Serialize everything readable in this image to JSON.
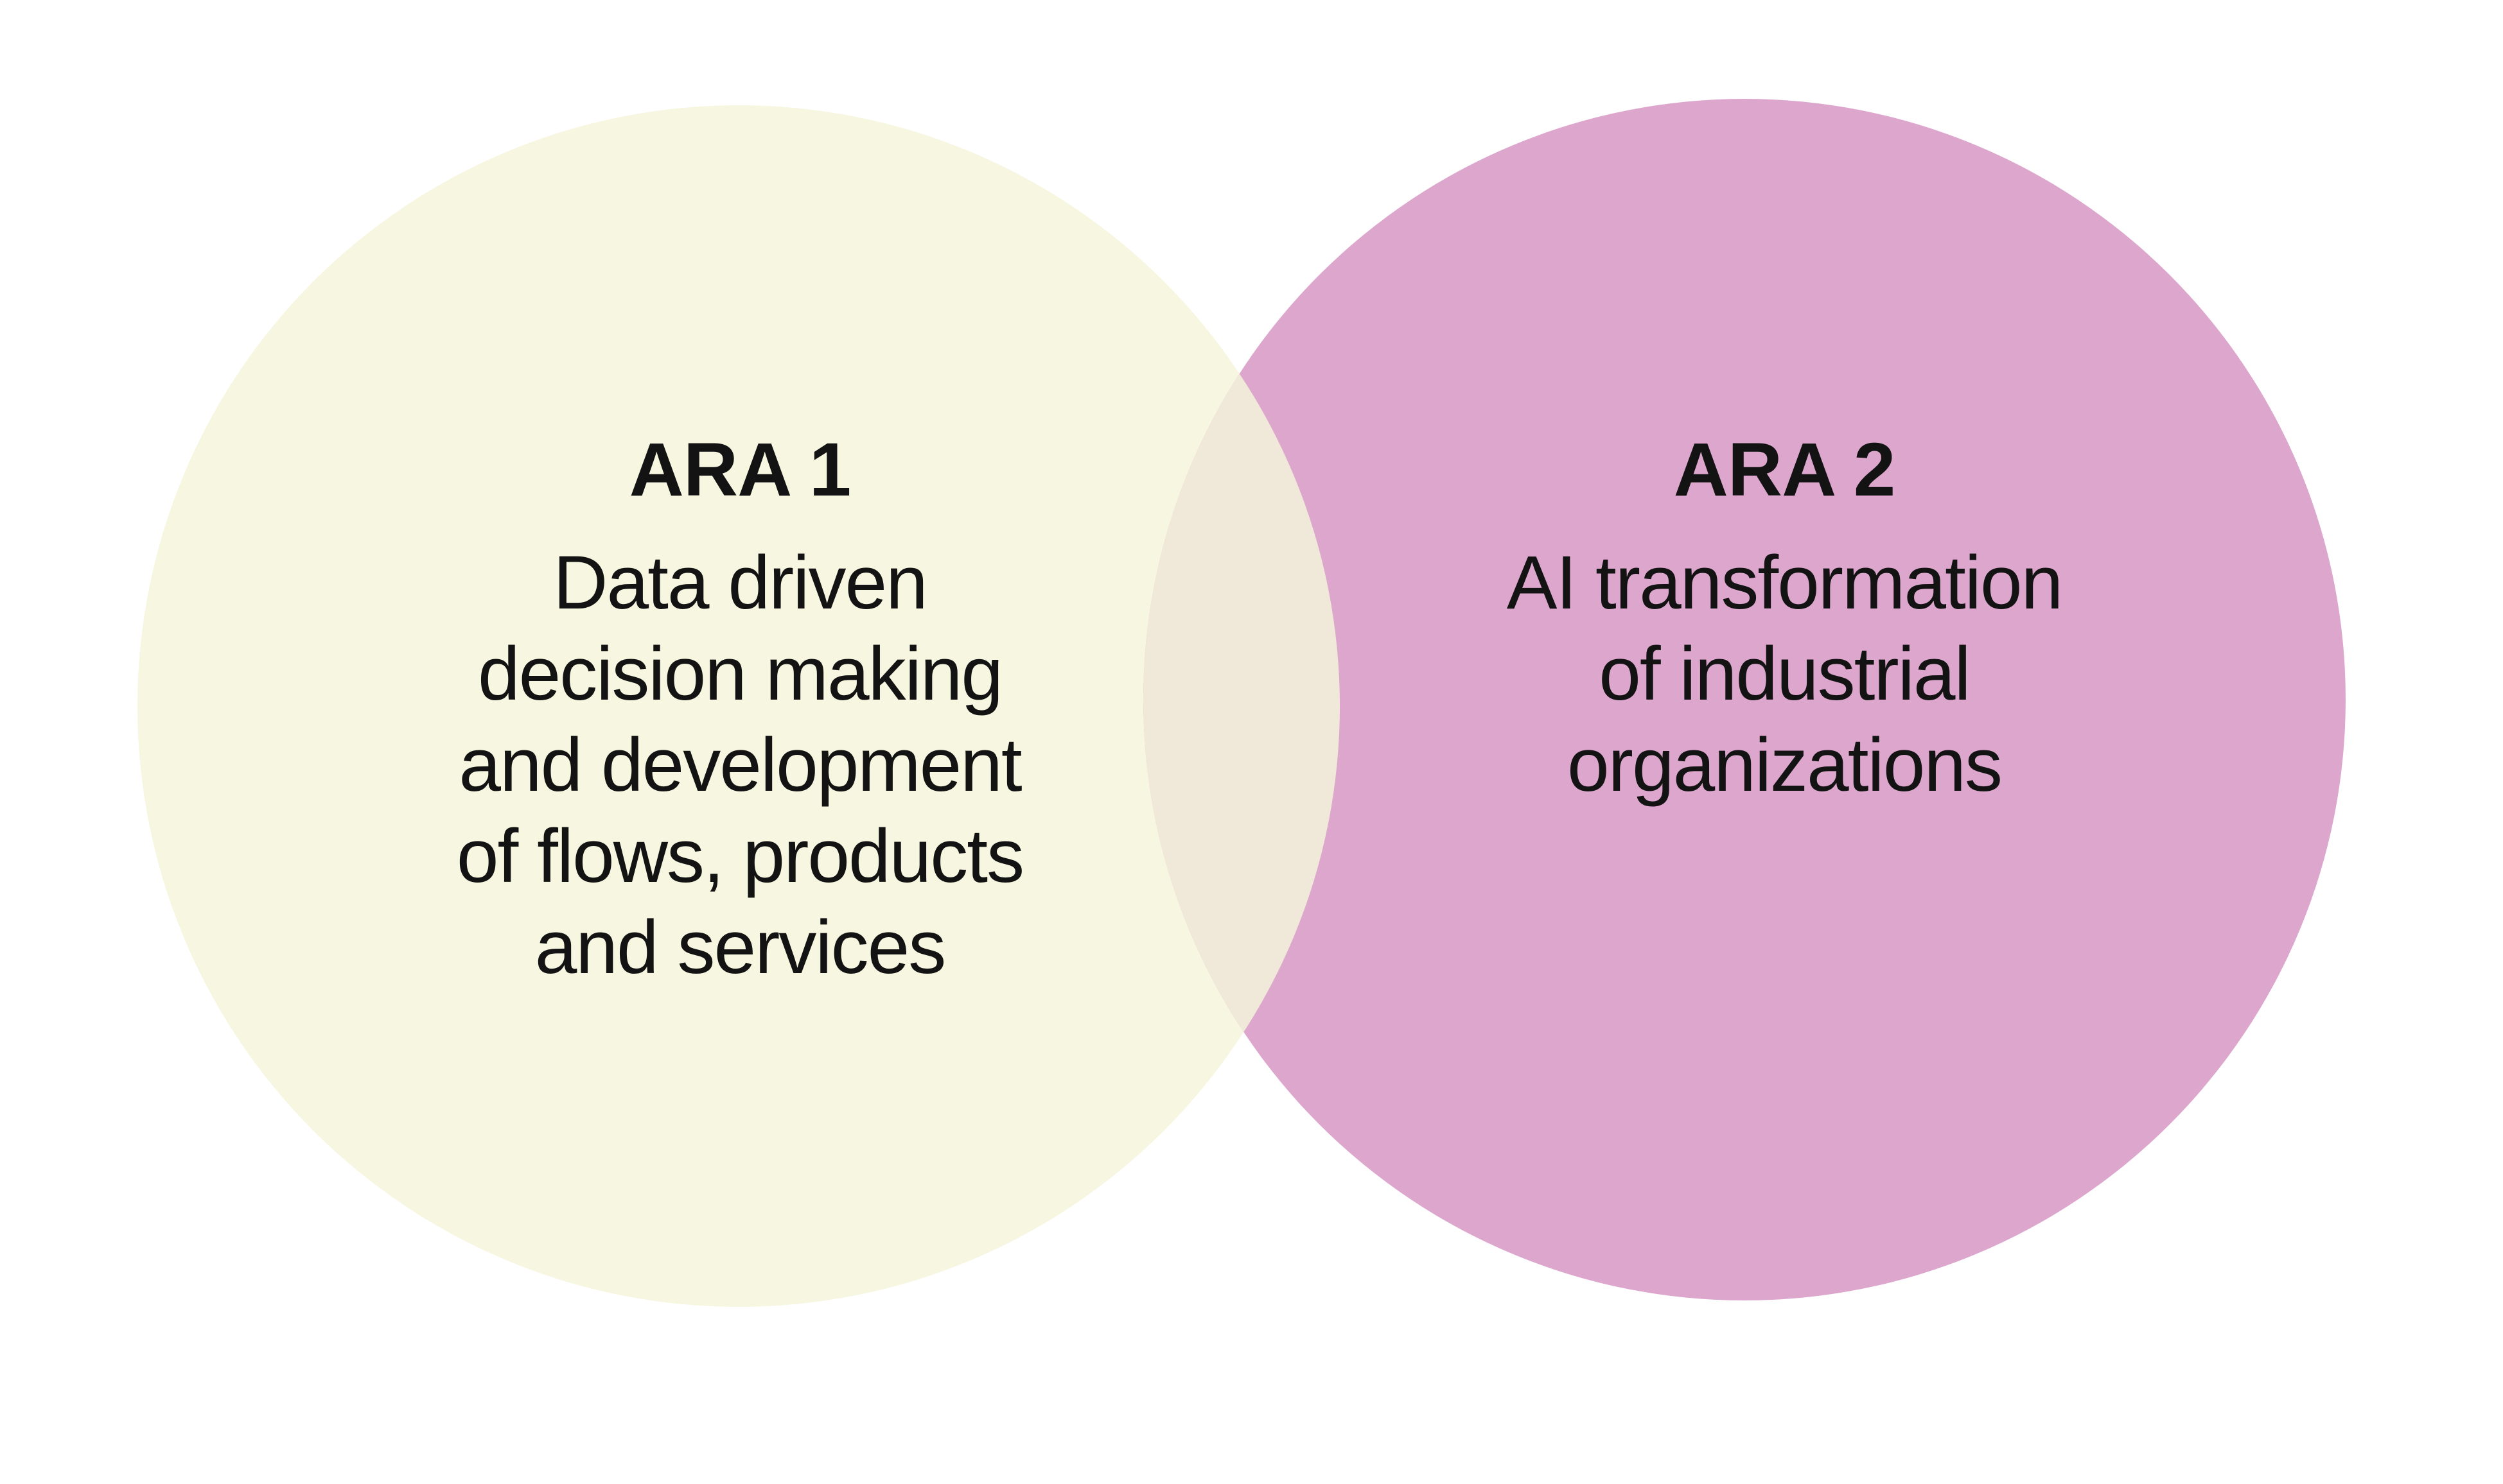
{
  "diagram": {
    "type": "venn",
    "background_color": "#ffffff",
    "text_color": "#131313",
    "overlap_fill": "#f0e9d9",
    "circles": [
      {
        "id": "ara1",
        "title": "ARA 1",
        "fill": "#f7f6e0",
        "lines": [
          "Data driven",
          "decision making",
          "and development",
          "of flows, products",
          "and services"
        ]
      },
      {
        "id": "ara2",
        "title": "ARA 2",
        "fill": "#dda7cd",
        "lines": [
          "AI transformation",
          "of industrial",
          "organizations"
        ]
      }
    ]
  }
}
